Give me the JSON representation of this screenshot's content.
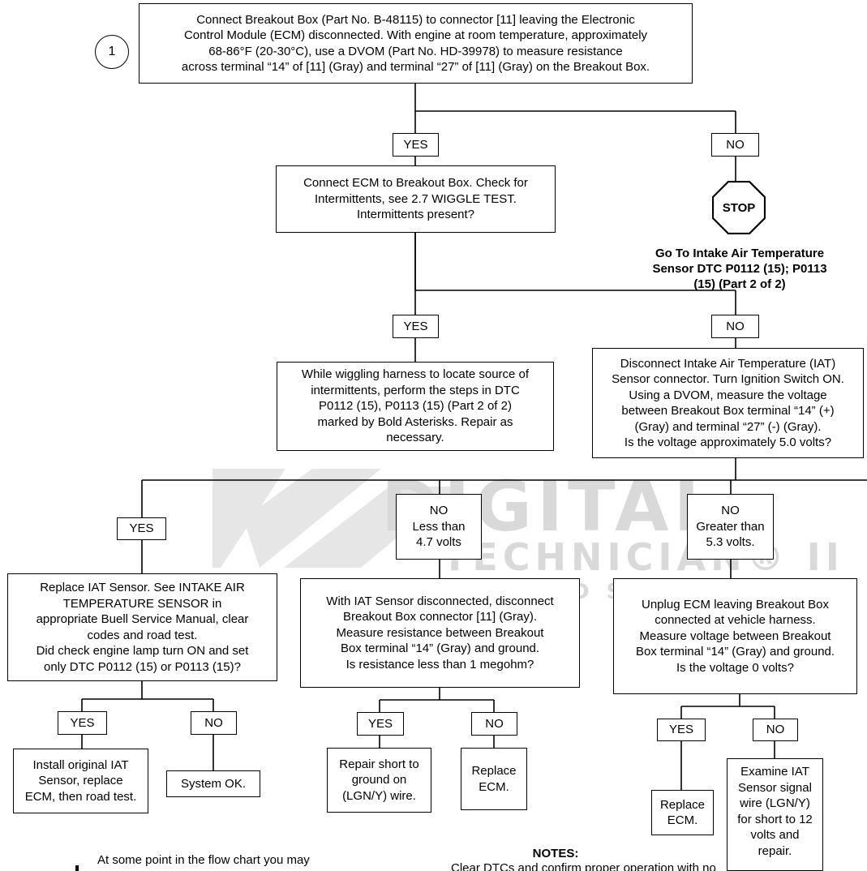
{
  "step_number": "1",
  "boxes": {
    "start": "Connect Breakout Box (Part No. B-48115) to connector [11] leaving the Electronic\nControl Module (ECM) disconnected. With engine at room temperature, approximately\n68-86°F (20-30°C), use a DVOM (Part No. HD-39978) to measure resistance\nacross terminal “14” of [11] (Gray) and terminal “27” of [11] (Gray) on the Breakout Box.",
    "check_intermittents": "Connect ECM to Breakout Box. Check for\nIntermittents, see 2.7 WIGGLE TEST.\nIntermittents present?",
    "wiggle_harness": "While wiggling harness to locate source of\nintermittents, perform the steps in DTC\nP0112 (15), P0113 (15) (Part 2 of 2)\nmarked by Bold Asterisks. Repair as\nnecessary.",
    "disconnect_iat": "Disconnect Intake Air Temperature (IAT)\nSensor connector. Turn Ignition Switch ON.\nUsing a DVOM, measure the voltage\nbetween Breakout Box terminal “14” (+)\n(Gray) and terminal “27” (-) (Gray).\nIs the voltage approximately 5.0 volts?",
    "replace_iat": "Replace IAT Sensor. See INTAKE AIR\nTEMPERATURE SENSOR in\nappropriate Buell Service Manual, clear\ncodes and road test.\nDid check engine lamp turn ON and set\nonly DTC P0112 (15) or P0113 (15)?",
    "iat_disconnected": "With IAT Sensor disconnected, disconnect\nBreakout Box connector [11] (Gray).\nMeasure resistance between Breakout\nBox terminal “14” (Gray) and ground.\nIs resistance less than 1 megohm?",
    "unplug_ecm": "Unplug ECM leaving Breakout Box\nconnected at vehicle harness.\nMeasure voltage between Breakout\nBox terminal “14” (Gray) and ground.\nIs the voltage 0 volts?",
    "install_original": "Install original IAT\nSensor, replace\nECM, then road test.",
    "system_ok": "System OK.",
    "repair_short": "Repair short to\nground on\n(LGN/Y) wire.",
    "replace_ecm_a": "Replace\nECM.",
    "replace_ecm_b": "Replace\nECM.",
    "examine_iat": "Examine IAT\nSensor signal\nwire (LGN/Y)\nfor short to 12\nvolts and\nrepair."
  },
  "labels": {
    "yes": "YES",
    "no": "NO",
    "no_less": "NO\nLess than\n4.7 volts",
    "no_greater": "NO\nGreater than\n5.3 volts."
  },
  "stop": {
    "label": "STOP",
    "note": "Go To Intake Air Temperature\nSensor DTC P0112 (15); P0113\n(15) (Part 2 of 2)"
  },
  "watermark": {
    "line1": "DIGITAL",
    "line2": "TECHNICIAN® II",
    "line3": "D S"
  },
  "notes": {
    "title": "NOTES:",
    "body": "Clear DTCs and confirm proper operation with no",
    "side": "At some point in the flow chart you may"
  },
  "colors": {
    "line": "#000000",
    "watermark": "#d9d9d9"
  }
}
